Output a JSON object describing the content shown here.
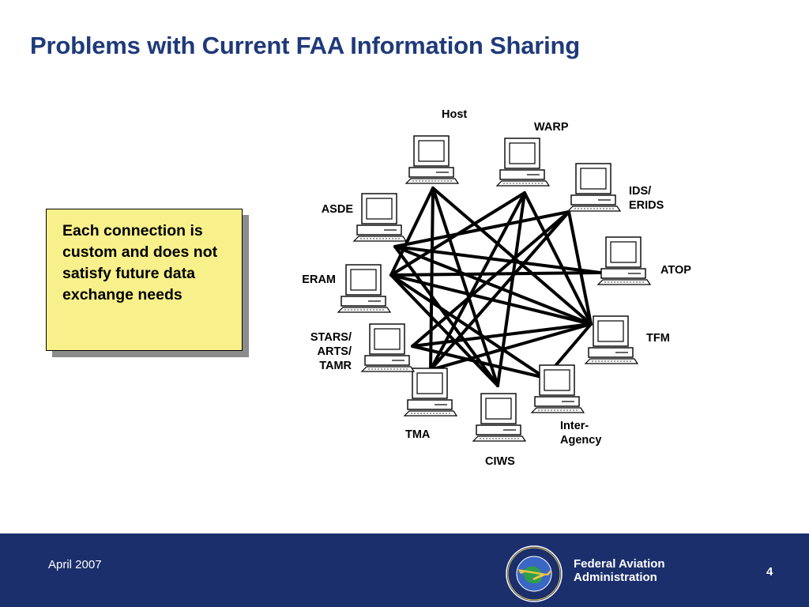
{
  "slide": {
    "title": "Problems with Current FAA Information Sharing",
    "callout": "Each connection is custom and does not satisfy future data exchange needs"
  },
  "diagram": {
    "nodes": [
      {
        "id": "host",
        "label": [
          "Host"
        ]
      },
      {
        "id": "warp",
        "label": [
          "WARP"
        ]
      },
      {
        "id": "ids",
        "label": [
          "IDS/",
          "ERIDS"
        ]
      },
      {
        "id": "atop",
        "label": [
          "ATOP"
        ]
      },
      {
        "id": "tfm",
        "label": [
          "TFM"
        ]
      },
      {
        "id": "interagency",
        "label": [
          "Inter-",
          "Agency"
        ]
      },
      {
        "id": "ciws",
        "label": [
          "CIWS"
        ]
      },
      {
        "id": "tma",
        "label": [
          "TMA"
        ]
      },
      {
        "id": "stars",
        "label": [
          "STARS/",
          "ARTS/",
          "TAMR"
        ]
      },
      {
        "id": "eram",
        "label": [
          "ERAM"
        ]
      },
      {
        "id": "asde",
        "label": [
          "ASDE"
        ]
      }
    ],
    "connections": [
      [
        "host",
        "eram"
      ],
      [
        "host",
        "tma"
      ],
      [
        "host",
        "ciws"
      ],
      [
        "host",
        "tfm"
      ],
      [
        "warp",
        "eram"
      ],
      [
        "warp",
        "tma"
      ],
      [
        "warp",
        "ciws"
      ],
      [
        "warp",
        "tfm"
      ],
      [
        "ids",
        "asde"
      ],
      [
        "ids",
        "stars"
      ],
      [
        "ids",
        "tma"
      ],
      [
        "ids",
        "tfm"
      ],
      [
        "atop",
        "eram"
      ],
      [
        "atop",
        "asde"
      ],
      [
        "asde",
        "tfm"
      ],
      [
        "asde",
        "ciws"
      ],
      [
        "eram",
        "tfm"
      ],
      [
        "eram",
        "interagency"
      ],
      [
        "eram",
        "ciws"
      ],
      [
        "stars",
        "tfm"
      ],
      [
        "tma",
        "tfm"
      ],
      [
        "interagency",
        "tfm"
      ],
      [
        "stars",
        "interagency"
      ]
    ]
  },
  "footer": {
    "date": "April 2007",
    "org_line1": "Federal Aviation",
    "org_line2": "Administration",
    "page": "4",
    "seal_text": "FEDERAL AVIATION ADMINISTRATION"
  },
  "colors": {
    "title": "#1f3a7a",
    "footer_bg": "#1b2f6c",
    "callout_bg": "#f8f08a",
    "line": "#000000"
  },
  "icons": {
    "node": "desktop-computer-icon",
    "seal": "faa-seal-icon"
  }
}
